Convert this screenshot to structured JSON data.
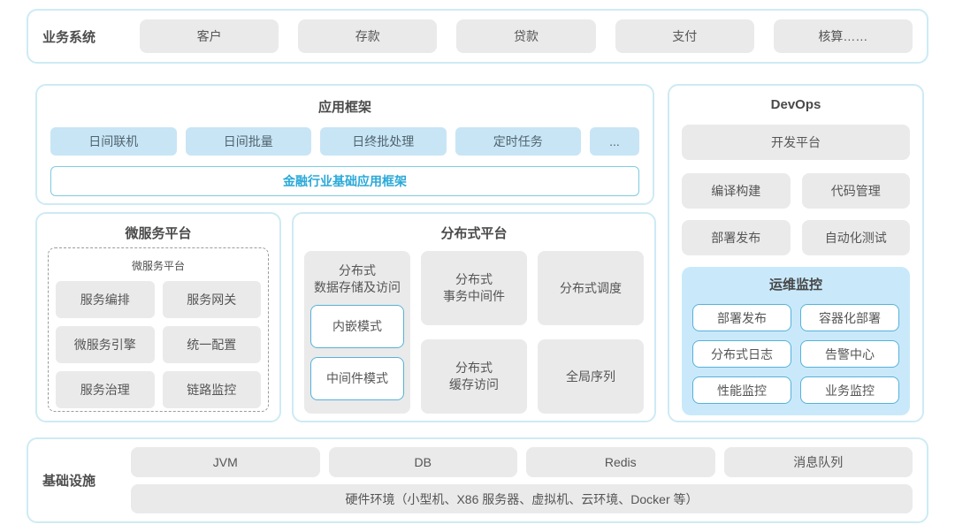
{
  "business": {
    "label": "业务系统",
    "items": [
      "客户",
      "存款",
      "贷款",
      "支付",
      "核算……"
    ]
  },
  "app_framework": {
    "title": "应用框架",
    "modules": [
      "日间联机",
      "日间批量",
      "日终批处理",
      "定时任务",
      "..."
    ],
    "base_framework": "金融行业基础应用框架"
  },
  "microservice_platform": {
    "title": "微服务平台",
    "inner_title": "微服务平台",
    "items": [
      "服务编排",
      "服务网关",
      "微服务引擎",
      "统一配置",
      "服务治理",
      "链路监控"
    ]
  },
  "distributed_platform": {
    "title": "分布式平台",
    "storage": {
      "title": "分布式\n数据存储及访问",
      "modes": [
        "内嵌模式",
        "中间件模式"
      ]
    },
    "transaction": "分布式\n事务中间件",
    "cache": "分布式\n缓存访问",
    "scheduling": "分布式调度",
    "sequence": "全局序列"
  },
  "devops": {
    "title": "DevOps",
    "dev_platform": "开发平台",
    "tools": [
      "编译构建",
      "代码管理",
      "部署发布",
      "自动化测试"
    ],
    "monitoring": {
      "title": "运维监控",
      "items": [
        "部署发布",
        "容器化部署",
        "分布式日志",
        "告警中心",
        "性能监控",
        "业务监控"
      ]
    }
  },
  "infrastructure": {
    "label": "基础设施",
    "items": [
      "JVM",
      "DB",
      "Redis",
      "消息队列"
    ],
    "hardware": "硬件环境（小型机、X86 服务器、虚拟机、云环境、Docker 等）"
  },
  "colors": {
    "panel_border": "#cdebf4",
    "gray_box": "#eaeaea",
    "blue_box": "#c8e5f6",
    "monitor_bg": "#c9e9fb",
    "accent_blue": "#2aa9d8",
    "outline_border": "#7ecbe0",
    "white_box_border": "#55b2da",
    "text": "#4d4d4d"
  }
}
